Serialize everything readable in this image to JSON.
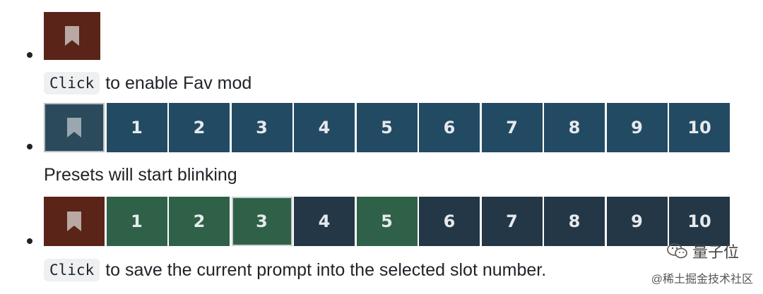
{
  "step1": {
    "fav_icon": "bookmark-icon",
    "caption_key": "Click",
    "caption_text": "to enable Fav mod"
  },
  "step2": {
    "fav_icon": "bookmark-icon",
    "slots": [
      "1",
      "2",
      "3",
      "4",
      "5",
      "6",
      "7",
      "8",
      "9",
      "10"
    ],
    "caption_text": "Presets will start blinking"
  },
  "step3": {
    "fav_icon": "bookmark-icon",
    "slots": [
      "1",
      "2",
      "3",
      "4",
      "5",
      "6",
      "7",
      "8",
      "9",
      "10"
    ],
    "highlighted_slots": [
      "1",
      "2",
      "3",
      "5"
    ],
    "selected_slot": "3",
    "caption_key": "Click",
    "caption_text": "to save the current prompt into the selected slot number."
  },
  "colors": {
    "fav_active": "#5a2418",
    "slot_blue": "#234a63",
    "slot_dark": "#243746",
    "slot_green": "#2e6148"
  },
  "watermark": {
    "logo_icon": "wechat-icon",
    "name": "量子位",
    "credit": "@稀土掘金技术社区"
  }
}
